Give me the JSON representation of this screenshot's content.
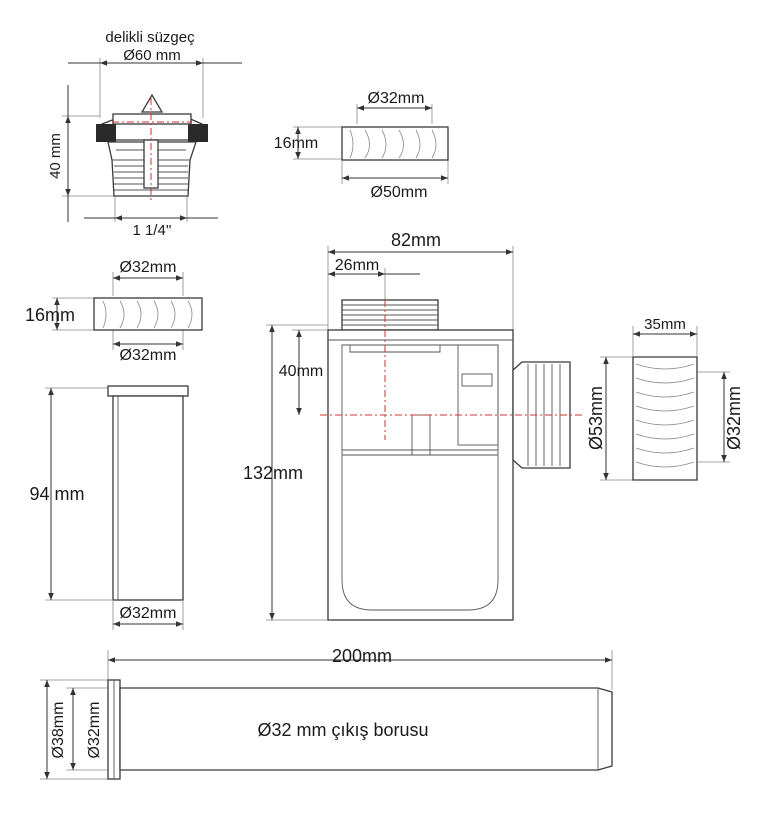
{
  "strainer": {
    "title": "delikli süzgeç",
    "width_label": "Ø60 mm",
    "height_label": "40 mm",
    "thread_label": "1 1/4''"
  },
  "nut_small": {
    "top_label": "Ø32mm",
    "height_label": "16mm",
    "bottom_label": "Ø50mm"
  },
  "nut_left": {
    "top_label": "Ø32mm",
    "height_label": "16mm",
    "bottom_label": "Ø32mm"
  },
  "tube_short": {
    "height_label": "94 mm",
    "width_label": "Ø32mm"
  },
  "trap": {
    "width_label": "82mm",
    "offset_label": "26mm",
    "depth_label": "40mm",
    "height_label": "132mm"
  },
  "adapter": {
    "length_label": "35mm",
    "outer_label": "Ø53mm",
    "inner_label": "Ø32mm"
  },
  "outlet_pipe": {
    "length_label": "200mm",
    "outer_label": "Ø38mm",
    "inner_label": "Ø32mm",
    "caption": "Ø32 mm çıkış borusu"
  }
}
